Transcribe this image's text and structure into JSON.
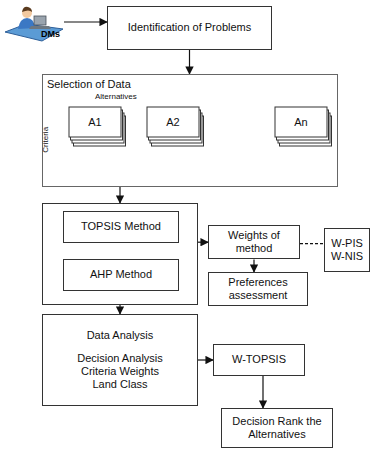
{
  "diagram": {
    "nodes": [
      {
        "text": [
          "DMs"
        ]
      },
      {
        "text": [
          "Identification of Problems"
        ]
      },
      {
        "text": [
          "Selection of Data",
          "Alternatives",
          "Criteria"
        ]
      },
      {
        "text": [
          "A1"
        ],
        "in": 2
      },
      {
        "text": [
          "A2"
        ],
        "in": 2
      },
      {
        "text": [
          "An"
        ],
        "in": 2
      },
      {
        "text": []
      },
      {
        "text": [
          "TOPSIS Method"
        ],
        "in": 6
      },
      {
        "text": [
          "AHP Method"
        ],
        "in": 6
      },
      {
        "text": [
          "Weights of method"
        ]
      },
      {
        "text": [
          "W-PIS W-NIS"
        ]
      },
      {
        "text": [
          "Preferences assessment"
        ]
      },
      {
        "text": [
          "Data Analysis",
          "Decision Analysis",
          "Criteria Weights",
          "Land Class"
        ]
      },
      {
        "text": [
          "W-TOPSIS"
        ]
      },
      {
        "text": [
          "Decision Rank the Alternatives"
        ]
      }
    ],
    "edges": [
      {
        "from": 0,
        "to": 1,
        "arrow": "to"
      },
      {
        "from": 1,
        "to": 2,
        "arrow": "to"
      },
      {
        "from": 2,
        "to": 6,
        "arrow": "to"
      },
      {
        "from": 6,
        "to": 9,
        "arrow": "to"
      },
      {
        "from": 9,
        "to": 10,
        "arrow": "none"
      },
      {
        "from": 9,
        "to": 11,
        "arrow": "to"
      },
      {
        "from": 6,
        "to": 12,
        "arrow": "to"
      },
      {
        "from": 12,
        "to": 13,
        "arrow": "to"
      },
      {
        "from": 13,
        "to": 14,
        "arrow": "to"
      }
    ]
  }
}
